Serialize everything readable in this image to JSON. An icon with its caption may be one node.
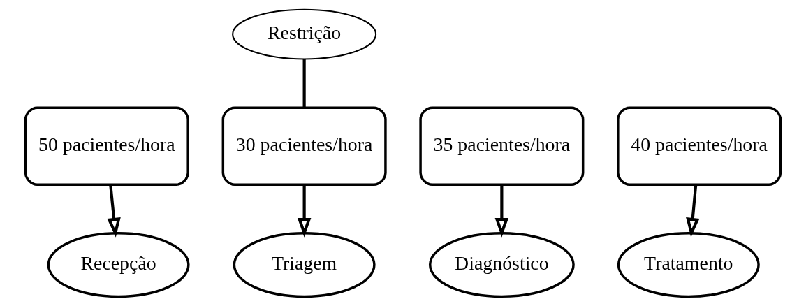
{
  "diagram": {
    "nodes": [
      {
        "text": [
          "Restrição"
        ]
      },
      {
        "text": [
          "50 pacientes/hora"
        ]
      },
      {
        "text": [
          "30 pacientes/hora"
        ]
      },
      {
        "text": [
          "35 pacientes/hora"
        ]
      },
      {
        "text": [
          "40 pacientes/hora"
        ]
      },
      {
        "text": [
          "Recepção"
        ]
      },
      {
        "text": [
          "Triagem"
        ]
      },
      {
        "text": [
          "Diagnóstico"
        ]
      },
      {
        "text": [
          "Tratamento"
        ]
      }
    ],
    "edges": [
      {
        "from": 0,
        "to": 2,
        "arrow": "none"
      },
      {
        "from": 1,
        "to": 5,
        "arrow": "to"
      },
      {
        "from": 2,
        "to": 6,
        "arrow": "to"
      },
      {
        "from": 3,
        "to": 7,
        "arrow": "to"
      },
      {
        "from": 4,
        "to": 8,
        "arrow": "to"
      }
    ]
  }
}
